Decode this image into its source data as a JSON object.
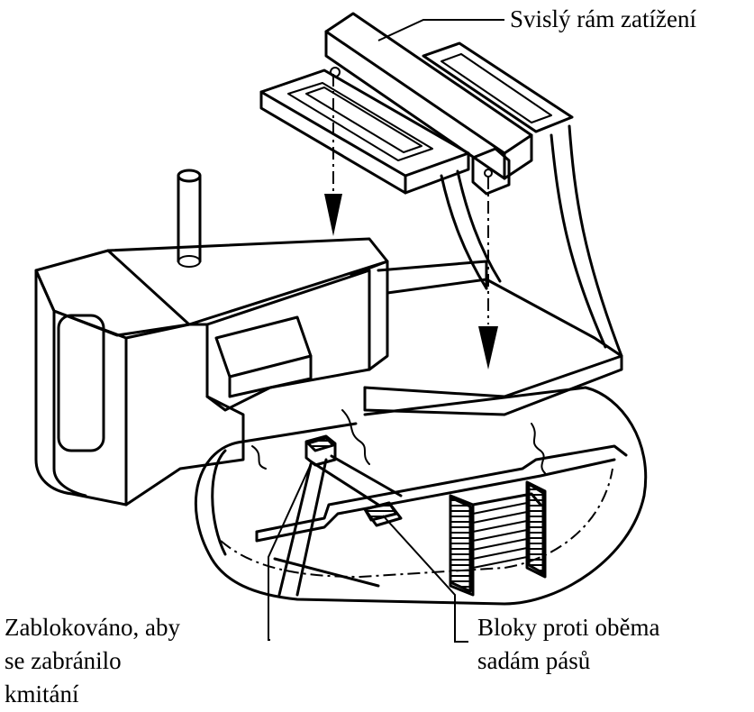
{
  "labels": {
    "vertical_frame": "Svislý rám zatížení",
    "blocked_line1": "Zablokováno, aby",
    "blocked_line2": "se zabránilo",
    "blocked_line3": "kmitání",
    "blocks_line1": "Bloky proti oběma",
    "blocks_line2": "sadám pásů"
  }
}
